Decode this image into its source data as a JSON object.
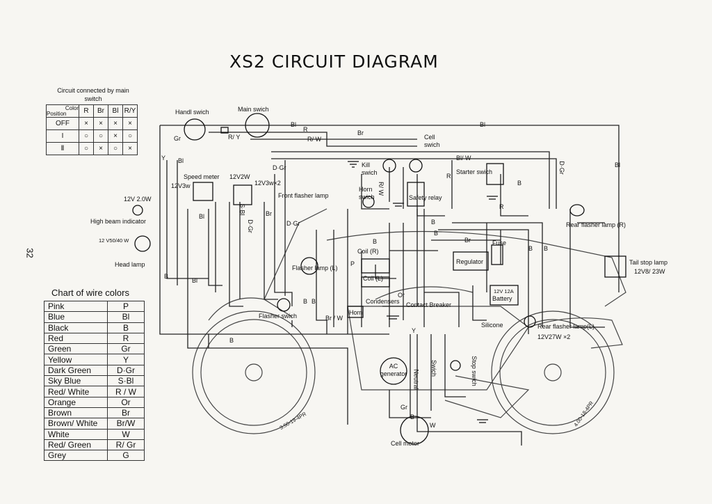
{
  "title": "XS2 CIRCUIT DIAGRAM",
  "page_number": "32",
  "circuit_table": {
    "title": "Circuit connected by main switch",
    "header_color": "Color",
    "header_position": "Position",
    "columns": [
      "R",
      "Br",
      "Bl",
      "R/Y"
    ],
    "rows": [
      {
        "position": "OFF",
        "cells": [
          "×",
          "×",
          "×",
          "×"
        ]
      },
      {
        "position": "I",
        "cells": [
          "○",
          "○",
          "×",
          "○"
        ]
      },
      {
        "position": "Ⅱ",
        "cells": [
          "○",
          "×",
          "○",
          "×"
        ]
      }
    ]
  },
  "wire_colors": {
    "title": "Chart of wire colors",
    "rows": [
      {
        "name": "Pink",
        "code": "P"
      },
      {
        "name": "Blue",
        "code": "Bl"
      },
      {
        "name": "Black",
        "code": "B"
      },
      {
        "name": "Red",
        "code": "R"
      },
      {
        "name": "Green",
        "code": "Gr"
      },
      {
        "name": "Yellow",
        "code": "Y"
      },
      {
        "name": "Dark Green",
        "code": "D·Gr"
      },
      {
        "name": "Sky Blue",
        "code": "S·Bl"
      },
      {
        "name": "Red/ White",
        "code": "R / W"
      },
      {
        "name": "Orange",
        "code": "Or"
      },
      {
        "name": "Brown",
        "code": "Br"
      },
      {
        "name": "Brown/ White",
        "code": "Br/W"
      },
      {
        "name": "White",
        "code": "W"
      },
      {
        "name": "Red/ Green",
        "code": "R/ Gr"
      },
      {
        "name": "Grey",
        "code": "G"
      }
    ]
  },
  "labels": {
    "handl_swich": "Handl swich",
    "main_swich": "Main swich",
    "cell_swich": "Cell swich",
    "kill_swich": "Kill swich",
    "starter_swich": "Starter swich",
    "horn_swich": "Horn swich",
    "safety_relay": "Safety relay",
    "speed_meter": "Speed meter",
    "speed_meter_rating": "12V3w",
    "lamp_12v2w": "12V2W",
    "lamp_12v3wx2": "12V3w×2",
    "front_flasher_lamp": "Front flasher lamp",
    "high_beam_rating": "12V 2.0W",
    "high_beam_indicator": "High beam indicator",
    "head_lamp_rating": "12 V50/40 W",
    "head_lamp": "Head lamp",
    "rear_flasher_lamp_r": "Rear flasher lamp (R)",
    "tail_stop_lamp": "Tail stop lamp",
    "tail_stop_rating": "12V8/ 23W",
    "fuse": "Fuse",
    "regulator": "Regulator",
    "battery_rating": "12V 12A",
    "battery": "Battery",
    "silicone": "Silicone",
    "rear_flasher_lamp_l": "Rear flasher lamp(L)",
    "rear_flasher_rating": "12V27W ×2",
    "flasher_lamp_l": "Flasher lamp (L)",
    "coil_r": "Coil (R)",
    "coil_l": "Coil (L)",
    "condensers": "Condensers",
    "contact_breaker": "Contact Breaker",
    "horn": "Horn",
    "flasher_swich": "Flasher swich",
    "ac_generator": "AC generator",
    "neutral": "Neutral",
    "swich": "Swich",
    "stop_swich": "Stop swich",
    "cell_motor": "Cell motor",
    "tire_front": "3.50-19-4PR",
    "tire_rear": "4.00-18-4PR"
  },
  "wire_codes": {
    "bl": "Bl",
    "r": "R",
    "br": "Br",
    "rw": "R/ W",
    "gr": "Gr",
    "ry": "R/ Y",
    "y": "Y",
    "dgr": "D·Gr",
    "blw": "Bl/ W",
    "b": "B",
    "brw": "Br / W",
    "p": "P",
    "w": "W",
    "or": "Or",
    "sbl": "S·Bl"
  }
}
